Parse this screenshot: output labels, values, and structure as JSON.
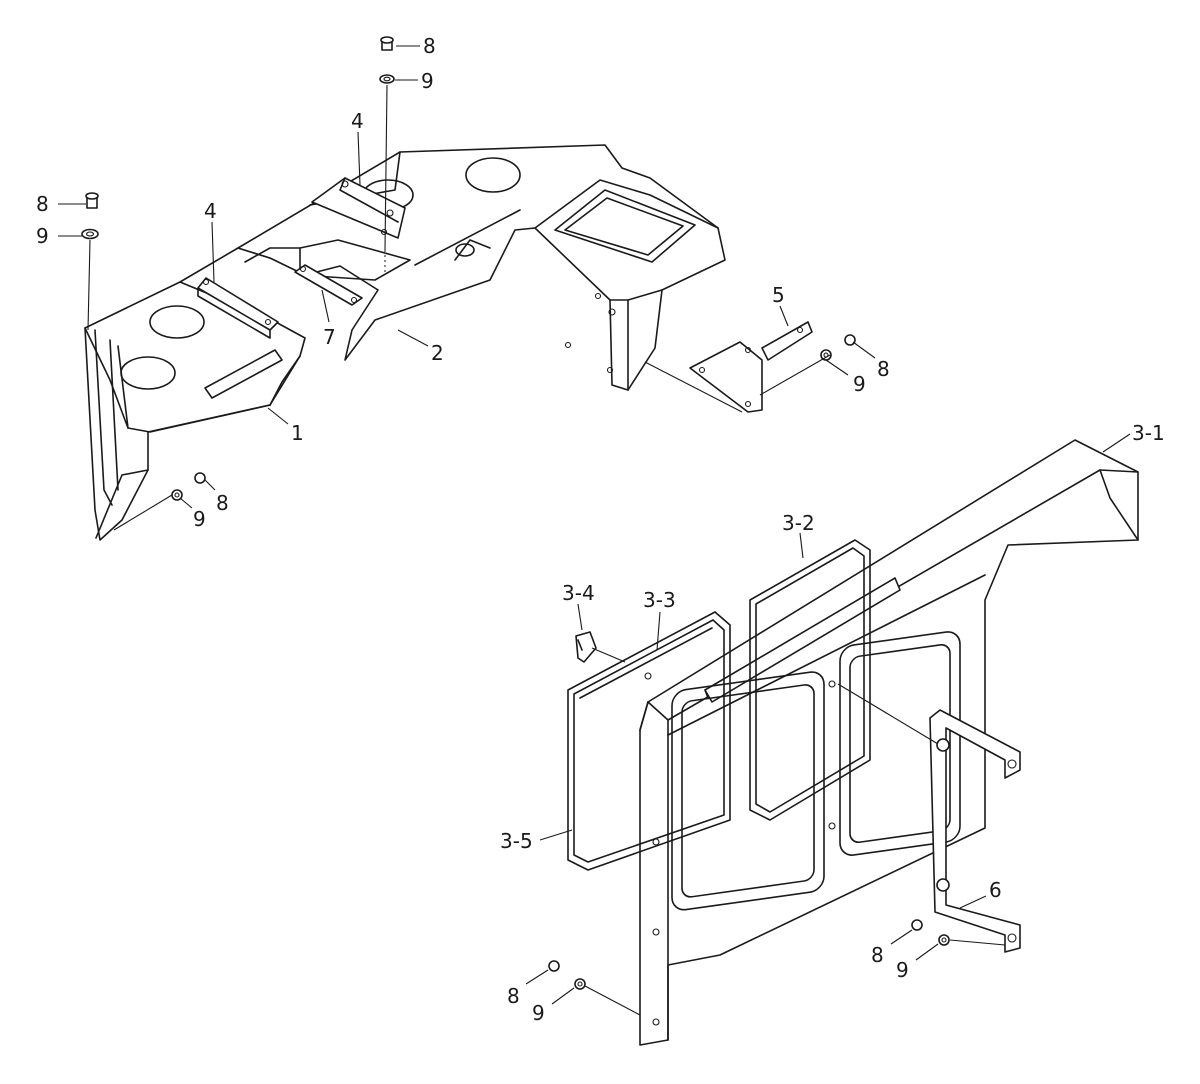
{
  "labels": {
    "l1": "1",
    "l2": "2",
    "l3_1": "3-1",
    "l3_2": "3-2",
    "l3_3": "3-3",
    "l3_4": "3-4",
    "l3_5": "3-5",
    "l4": "4",
    "l5": "5",
    "l6": "6",
    "l7": "7",
    "l8": "8",
    "l9": "9"
  }
}
